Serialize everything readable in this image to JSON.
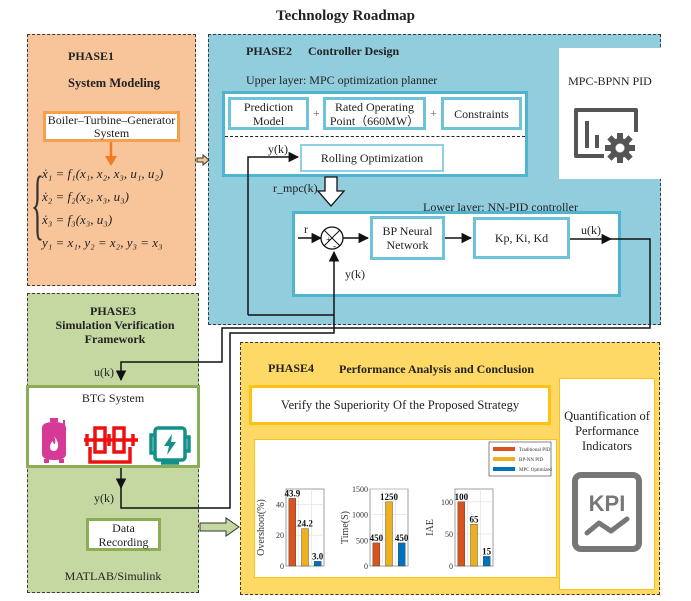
{
  "title": "Technology Roadmap",
  "phase1": {
    "label": "PHASE1",
    "heading": "System Modeling",
    "system_box": "Boiler–Turbine–Generator System",
    "equations": [
      "ẋ₁ = f₁(x₁, x₂, x₃, u₁, u₂)",
      "ẋ₂ = f₂(x₂, x₃, u₃)",
      "ẋ₃ = f₃(x₃, u₃)",
      "y₁ = x₁, y₂ = x₂, y₃ = x₃"
    ]
  },
  "phase2": {
    "label": "PHASE2",
    "heading": "Controller Design",
    "upper_layer_label": "Upper layer: MPC optimization planner",
    "upper_boxes": [
      "Prediction Model",
      "Rated Operating Point（660MW）",
      "Constraints"
    ],
    "plus": "+",
    "rolling": "Rolling Optimization",
    "yk_upper": "y(k)",
    "r_mpc": "r_mpc(k)",
    "lower_layer_label": "Lower layer: NN-PID controller",
    "r": "r",
    "bp_box": "BP Neural Network",
    "gains_box": "Kp, Ki, Kd",
    "uk": "u(k)",
    "yk_lower": "y(k)",
    "sum_plus": "+",
    "sum_minus": "-",
    "side_card": {
      "title": "MPC-BPNN PID",
      "icon": "dashboard-gear-icon"
    }
  },
  "phase3": {
    "label": "PHASE3",
    "heading": "Simulation Verification Framework",
    "uk": "u(k)",
    "btg_title": "BTG System",
    "icons": [
      "boiler-icon",
      "turbine-icon",
      "generator-icon"
    ],
    "yk": "y(k)",
    "data_recording": "Data Recording",
    "platform": "MATLAB/Simulink"
  },
  "phase4": {
    "label": "PHASE4",
    "heading": "Performance Analysis and Conclusion",
    "verify": "Verify the Superiority Of the Proposed Strategy",
    "side_card": {
      "title": "Quantification of Performance Indicators",
      "icon_text": "KPI",
      "icon": "kpi-icon"
    }
  },
  "colors": {
    "traditional": "#d9531e",
    "bpnn": "#edb120",
    "mpc": "#0072bd"
  },
  "chart_data": [
    {
      "type": "bar",
      "title": "",
      "ylabel": "Overshoot(%)",
      "xlabel": "",
      "categories": [
        "Traditional PID",
        "BP-NN PID",
        "MPC Optimized"
      ],
      "values": [
        43.9,
        24.2,
        3.0
      ],
      "value_labels": [
        "43.9",
        "24.2",
        "3.0"
      ],
      "ylim": [
        0,
        50
      ],
      "yticks": [
        "0",
        "20",
        "40"
      ],
      "ytick_values": [
        0,
        20,
        40
      ],
      "grid": true
    },
    {
      "type": "bar",
      "title": "",
      "ylabel": "Time(S)",
      "xlabel": "",
      "categories": [
        "Traditional PID",
        "BP-NN PID",
        "MPC Optimized"
      ],
      "values": [
        450,
        1250,
        450
      ],
      "value_labels": [
        "450",
        "1250",
        "450"
      ],
      "ylim": [
        0,
        1500
      ],
      "yticks": [
        "0",
        "500",
        "1000",
        "1500"
      ],
      "ytick_values": [
        0,
        500,
        1000,
        1500
      ],
      "grid": true
    },
    {
      "type": "bar",
      "title": "",
      "ylabel": "IAE",
      "xlabel": "",
      "categories": [
        "Traditional PID",
        "BP-NN PID",
        "MPC Optimized"
      ],
      "values": [
        100,
        65,
        15
      ],
      "value_labels": [
        "100",
        "65",
        "15"
      ],
      "ylim": [
        0,
        120
      ],
      "yticks": [
        "0",
        "50",
        "100"
      ],
      "ytick_values": [
        0,
        50,
        100
      ],
      "grid": true
    }
  ],
  "legend": {
    "placement": "top-right",
    "entries": [
      "Traditional PID",
      "BP-NN PID",
      "MPC Optimized"
    ]
  }
}
